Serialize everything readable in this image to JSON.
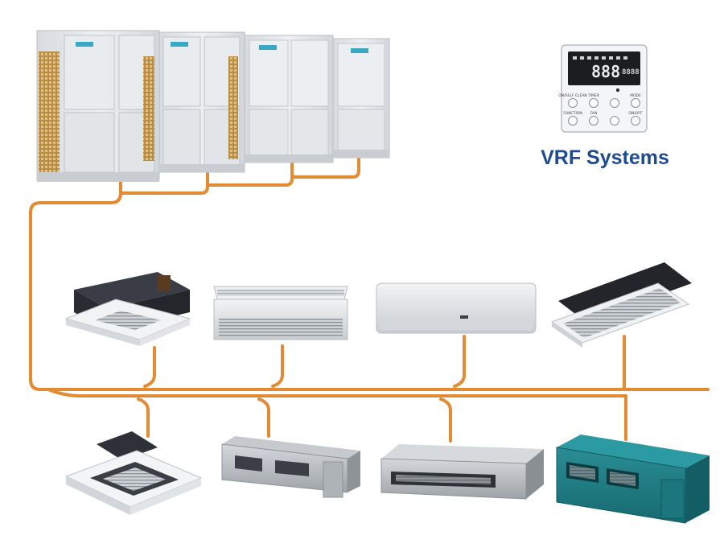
{
  "title": "VRF Systems",
  "colors": {
    "pipe": "#e38a34",
    "title": "#1f4a93",
    "panel": "#e3e6e9",
    "panel_dark": "#c8cdd2",
    "grille": "#c89a4a",
    "unit_dark": "#2d3038",
    "ducted_teal": "#1e7f86"
  },
  "controller": {
    "display_main": "888",
    "display_small": "8888",
    "buttons": [
      {
        "label": "ON/SELF CLEAN"
      },
      {
        "label": "TIMER"
      },
      {
        "label": ""
      },
      {
        "label": "MODE"
      },
      {
        "label": "FUNCTION"
      },
      {
        "label": "FAN"
      },
      {
        "label": ""
      },
      {
        "label": "ON/OFF"
      }
    ]
  },
  "indoor_units_top": [
    {
      "type": "four-way cassette"
    },
    {
      "type": "ceiling & floor"
    },
    {
      "type": "wall mounted"
    },
    {
      "type": "one-way cassette"
    }
  ],
  "indoor_units_bottom": [
    {
      "type": "four-way cassette"
    },
    {
      "type": "medium static pressure duct"
    },
    {
      "type": "slim duct"
    },
    {
      "type": "high static pressure duct"
    }
  ]
}
